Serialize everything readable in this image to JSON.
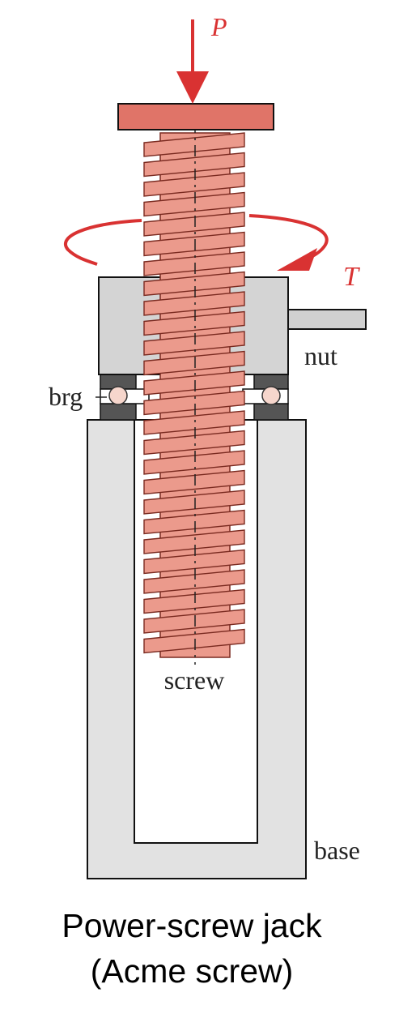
{
  "diagram": {
    "labels": {
      "load": "P",
      "torque": "T",
      "nut": "nut",
      "bearing": "brg",
      "screw": "screw",
      "base": "base"
    },
    "caption": {
      "line1": "Power-screw jack",
      "line2": "(Acme screw)"
    },
    "colors": {
      "screw_fill": "#eb9a8c",
      "thread_edge": "#7a2a20",
      "load_cap": "#e07468",
      "arrow": "#d93232",
      "nut_fill": "#d4d4d4",
      "base_fill": "#e2e2e2",
      "bearing_race": "#555555",
      "ball": "#f6d6cc",
      "handle": "#d0d0d0",
      "outline": "#111111"
    },
    "thread_count": 26
  }
}
